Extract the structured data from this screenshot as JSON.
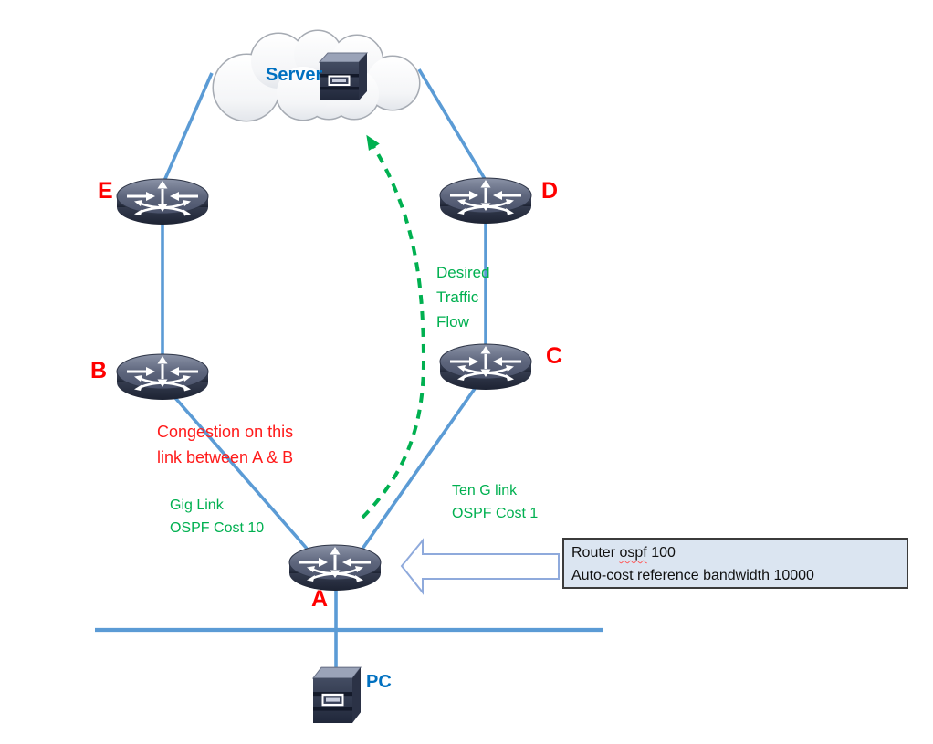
{
  "diagram": {
    "title_hint": "OSPF cost network topology",
    "cloud_label": "Server",
    "pc_label": "PC",
    "router_labels": {
      "e": "E",
      "d": "D",
      "b": "B",
      "c": "C",
      "a": "A"
    },
    "annotations": {
      "desired_flow": "Desired Traffic Flow",
      "congestion_line1": "Congestion on this",
      "congestion_line2": "link between A & B",
      "gig_line1": "Gig Link",
      "gig_line2": "OSPF Cost 10",
      "teng_line1": "Ten G link",
      "teng_line2": "OSPF Cost 1"
    },
    "callout": {
      "line1_prefix": "Router",
      "line1_word": "ospf",
      "line1_suffix": "100",
      "line2": "Auto-cost reference bandwidth 10000"
    },
    "colors": {
      "link_blue": "#5b9bd5",
      "label_red": "#ff0000",
      "label_green": "#00b050",
      "device_blue": "#0070c0",
      "callout_bg": "#dbe5f1",
      "arrow_outline": "#8faadc"
    }
  }
}
